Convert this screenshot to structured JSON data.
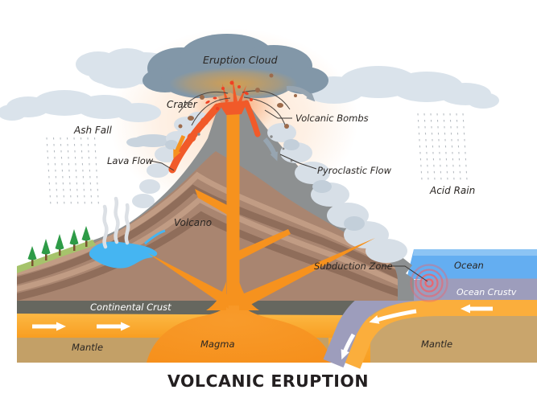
{
  "title": "VOLCANIC ERUPTION",
  "labels": {
    "eruption_cloud": "Eruption Cloud",
    "crater": "Crater",
    "volcanic_bombs": "Volcanic Bombs",
    "ash_fall": "Ash Fall",
    "lava_flow": "Lava Flow",
    "pyroclastic_flow": "Pyroclastic Flow",
    "acid_rain": "Acid Rain",
    "volcano": "Volcano",
    "subduction_zone": "Subduction Zone",
    "ocean": "Ocean",
    "ocean_crust": "Ocean Crustv",
    "continental_crust": "Continental Crust",
    "mantle_left": "Mantle",
    "magma": "Magma",
    "mantle_right": "Mantle"
  },
  "colors": {
    "magma": "#F6921E",
    "lava": "#F15A29",
    "ocean": "#64AEF1",
    "ocean_crust_slab": "#9D9DBC",
    "continental_crust": "#66675F",
    "mantle": "#C9A56C",
    "asthenosphere": "#FBAE3C",
    "volcano_gray": "#8D9091",
    "volcano_brown": "#A98570",
    "eruption_cloud": "#8297A8",
    "light_cloud": "#DAE3EB",
    "lake": "#45B5F2",
    "grass": "#A6C36B",
    "tree": "#2E9B47",
    "earthquake": "#E96670"
  }
}
